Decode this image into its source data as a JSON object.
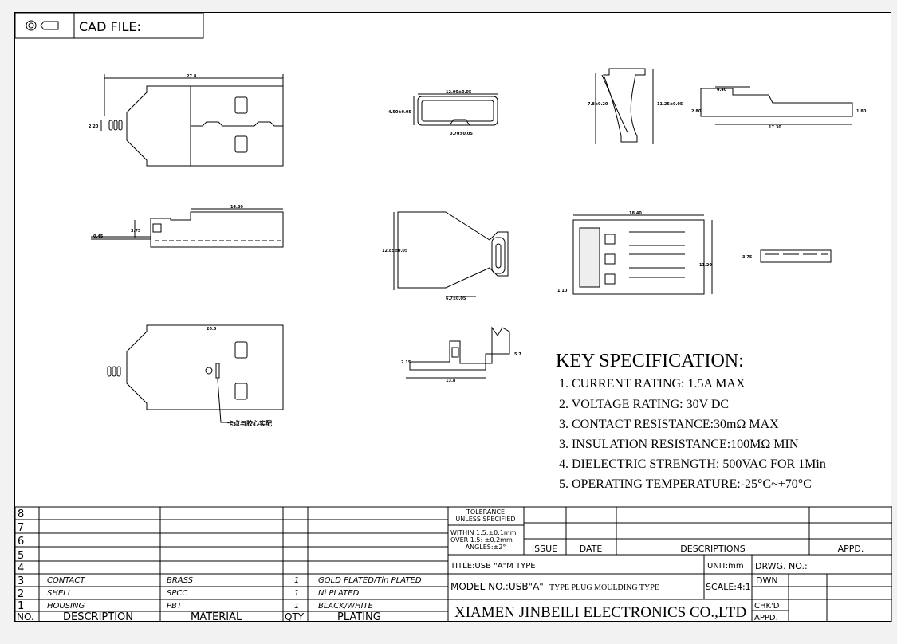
{
  "header": {
    "cad_label": "CAD FILE:",
    "icon_names": [
      "first-angle-projection-icon"
    ]
  },
  "dimensions": {
    "top_view": {
      "length": "27.8",
      "height": "2.20"
    },
    "shell_end": {
      "width": "12.00±0.05",
      "height": "4.50±0.05",
      "gap": "0.70±0.05"
    },
    "clip_end": {
      "inner": "7.8±0.20",
      "outer": "11.25±0.05"
    },
    "clip_side": {
      "top": "4.40",
      "left": "2.80",
      "right": "1.80",
      "length": "17.30"
    },
    "side_view": {
      "length": "14.80",
      "step": "3.75",
      "lead": "0.45"
    },
    "open_shell": {
      "height": "12.85±0.05",
      "bottom": "6.7±0.05"
    },
    "housing": {
      "width": "18.40",
      "height": "11.20",
      "lead": "1.10"
    },
    "housing_end": {
      "height": "3.75"
    },
    "flat_view": {
      "length": "20.5",
      "note": "卡点与胶心实配"
    },
    "small_side": {
      "height": "2.15",
      "length": "13.8",
      "top": "5.7"
    }
  },
  "key_spec": {
    "title": "KEY SPECIFICATION:",
    "items": [
      "1. CURRENT RATING: 1.5A MAX",
      "2. VOLTAGE RATING: 30V DC",
      "3. CONTACT RESISTANCE:30mΩ MAX",
      "3. INSULATION RESISTANCE:100MΩ MIN",
      "4. DIELECTRIC STRENGTH: 500VAC FOR 1Min",
      "5. OPERATING TEMPERATURE:-25°C~+70°C"
    ]
  },
  "bom": {
    "rows": [
      {
        "no": "8",
        "description": "",
        "material": "",
        "qty": "",
        "plating": ""
      },
      {
        "no": "7",
        "description": "",
        "material": "",
        "qty": "",
        "plating": ""
      },
      {
        "no": "6",
        "description": "",
        "material": "",
        "qty": "",
        "plating": ""
      },
      {
        "no": "5",
        "description": "",
        "material": "",
        "qty": "",
        "plating": ""
      },
      {
        "no": "4",
        "description": "",
        "material": "",
        "qty": "",
        "plating": ""
      },
      {
        "no": "3",
        "description": "CONTACT",
        "material": "BRASS",
        "qty": "1",
        "plating": "GOLD PLATED/Tin PLATED"
      },
      {
        "no": "2",
        "description": "SHELL",
        "material": "SPCC",
        "qty": "1",
        "plating": "Ni PLATED"
      },
      {
        "no": "1",
        "description": "HOUSING",
        "material": "PBT",
        "qty": "1",
        "plating": "BLACK/WHITE"
      }
    ],
    "header": {
      "no": "NO.",
      "description": "DESCRIPTION",
      "material": "MATERIAL",
      "qty": "QTY",
      "plating": "PLATING"
    }
  },
  "title_block": {
    "tolerance_1": "TOLERANCE",
    "tolerance_2": "UNLESS SPECIFIED",
    "within": "WITHIN 1.5:±0.1mm",
    "over": "OVER 1.5: ±0.2mm",
    "angles": "ANGLES:±2°",
    "issue": "ISSUE",
    "date": "DATE",
    "descriptions": "DESCRIPTIONS",
    "appd": "APPD.",
    "title": "TITLE:USB \"A\"M TYPE",
    "unit": "UNIT:mm",
    "drwg_no": "DRWG. NO.:",
    "model": "MODEL NO.:USB\"A\"",
    "model_type": "TYPE  PLUG  MOULDING  TYPE",
    "scale": "SCALE:4:1",
    "dwn": "DWN",
    "chkd": "CHK'D",
    "appd2": "APPD.",
    "company": "XIAMEN JINBEILI ELECTRONICS CO.,LTD"
  }
}
